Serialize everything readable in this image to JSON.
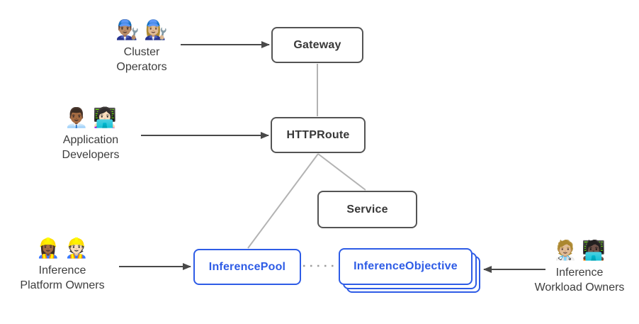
{
  "colors": {
    "bg": "#ffffff",
    "accent": "#2e5ce6",
    "box_border": "#545454",
    "box_text": "#383838",
    "connector": "#b3b3b3",
    "dotted": "#9e9e9e",
    "arrow": "#494949",
    "label_text": "#3d3d3d"
  },
  "diagram": {
    "nodes": {
      "gateway": {
        "label": "Gateway"
      },
      "httproute": {
        "label": "HTTPRoute"
      },
      "service": {
        "label": "Service"
      },
      "inference_pool": {
        "label": "InferencePool"
      },
      "inference_objective": {
        "label": "InferenceObjective"
      }
    },
    "actors": {
      "cluster_operators": {
        "emojis": [
          "👨🏽‍🔧",
          "👩🏼‍🔧"
        ],
        "lines": [
          "Cluster",
          "Operators"
        ]
      },
      "application_developers": {
        "emojis": [
          "👨🏾‍💼",
          "👩🏻‍💻"
        ],
        "lines": [
          "Application",
          "Developers"
        ]
      },
      "inference_platform_owners": {
        "emojis": [
          "👷🏾‍♀️",
          "👷🏻"
        ],
        "lines": [
          "Inference",
          "Platform Owners"
        ]
      },
      "inference_workload_owners": {
        "emojis": [
          "🧑🏼‍⚕️",
          "🧑🏿‍💻"
        ],
        "lines": [
          "Inference",
          "Workload Owners"
        ]
      }
    }
  }
}
